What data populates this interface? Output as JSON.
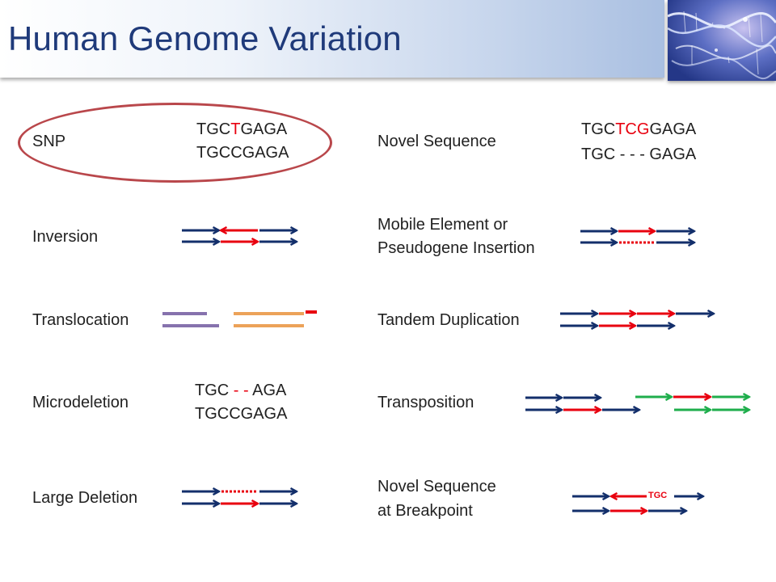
{
  "header": {
    "title": "Human Genome Variation"
  },
  "colors": {
    "reference": "#132f6b",
    "variant": "#e8000f",
    "transposed": "#1fae4c",
    "translocation_purple": "#8672ad",
    "translocation_orange": "#eca259"
  },
  "variants_left": [
    {
      "label": "SNP",
      "seq_line1": {
        "a": "TGC",
        "b": "T",
        "c": "GAGA"
      },
      "seq_line2": "TGCCGAGA",
      "highlighted": true
    },
    {
      "label": "Inversion"
    },
    {
      "label": "Translocation"
    },
    {
      "label": "Microdeletion",
      "seq_line1": {
        "a": "TGC ",
        "b": "- -",
        "c": " AGA"
      },
      "seq_line2": "TGCCGAGA"
    },
    {
      "label": "Large Deletion"
    }
  ],
  "variants_right": [
    {
      "label": "Novel Sequence",
      "seq_line1": {
        "a": "TGC",
        "b": "TCG",
        "c": "GAGA"
      },
      "seq_line2": "TGC - - - GAGA"
    },
    {
      "label_line1": "Mobile Element or",
      "label_line2": "Pseudogene Insertion"
    },
    {
      "label": "Tandem Duplication"
    },
    {
      "label": "Transposition"
    },
    {
      "label_line1": "Novel Sequence",
      "label_line2": "at Breakpoint",
      "insert_text": "TGC"
    }
  ]
}
